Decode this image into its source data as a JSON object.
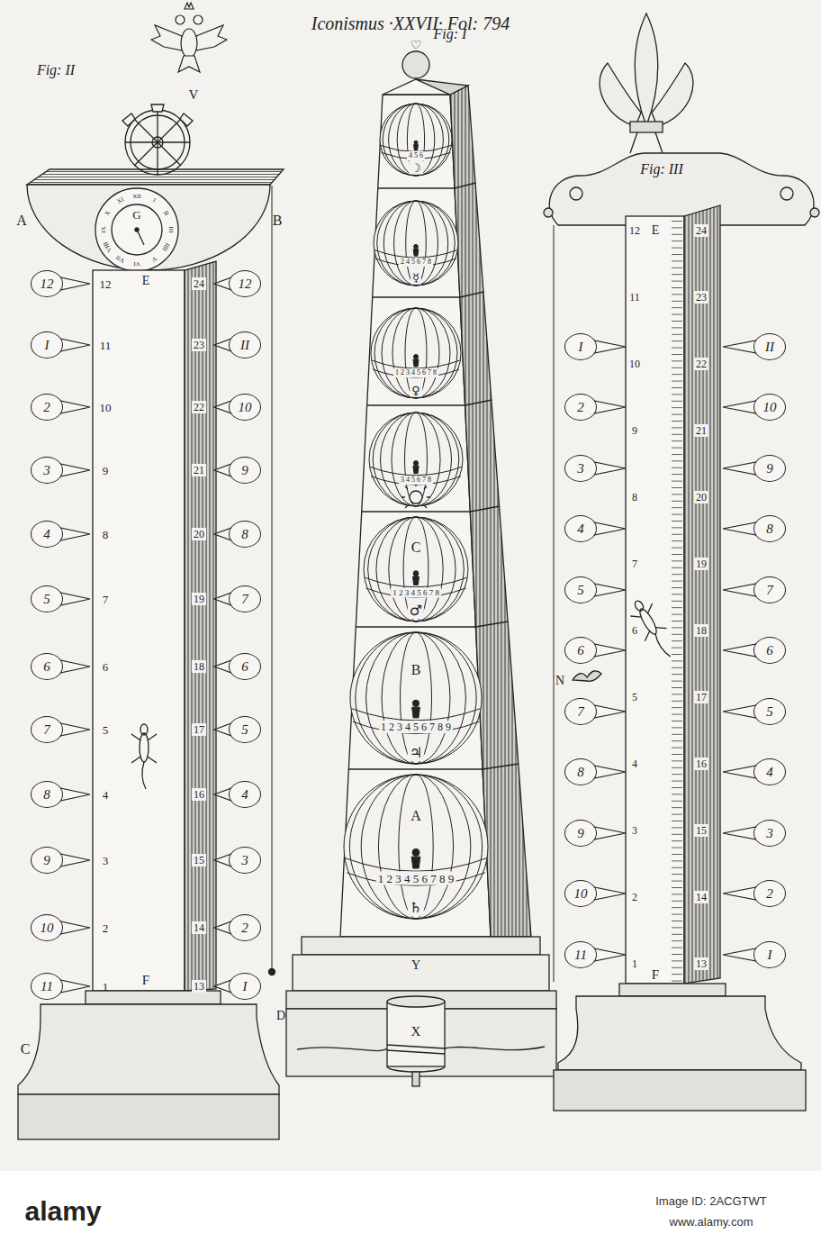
{
  "diagram": {
    "title": "Iconismus ·XXVII· Fol: 794",
    "nodes": [
      {
        "text": [
          "12"
        ]
      },
      {
        "text": [
          "I"
        ]
      },
      {
        "text": [
          "2"
        ]
      },
      {
        "text": [
          "3"
        ]
      },
      {
        "text": [
          "4"
        ]
      },
      {
        "text": [
          "5"
        ]
      },
      {
        "text": [
          "6"
        ]
      },
      {
        "text": [
          "7"
        ]
      },
      {
        "text": [
          "8"
        ]
      },
      {
        "text": [
          "9"
        ]
      },
      {
        "text": [
          "10"
        ]
      },
      {
        "text": [
          "11"
        ]
      },
      {
        "text": [
          "12"
        ]
      },
      {
        "text": [
          "II"
        ]
      },
      {
        "text": [
          "10"
        ]
      },
      {
        "text": [
          "9"
        ]
      },
      {
        "text": [
          "8"
        ]
      },
      {
        "text": [
          "7"
        ]
      },
      {
        "text": [
          "6"
        ]
      },
      {
        "text": [
          "5"
        ]
      },
      {
        "text": [
          "4"
        ]
      },
      {
        "text": [
          "3"
        ]
      },
      {
        "text": [
          "2"
        ]
      },
      {
        "text": [
          "I"
        ]
      },
      {
        "text": [
          "I"
        ]
      },
      {
        "text": [
          "2"
        ]
      },
      {
        "text": [
          "3"
        ]
      },
      {
        "text": [
          "4"
        ]
      },
      {
        "text": [
          "5"
        ]
      },
      {
        "text": [
          "6"
        ]
      },
      {
        "text": [
          "7"
        ]
      },
      {
        "text": [
          "8"
        ]
      },
      {
        "text": [
          "9"
        ]
      },
      {
        "text": [
          "10"
        ]
      },
      {
        "text": [
          "11"
        ]
      },
      {
        "text": [
          "II"
        ]
      },
      {
        "text": [
          "10"
        ]
      },
      {
        "text": [
          "9"
        ]
      },
      {
        "text": [
          "8"
        ]
      },
      {
        "text": [
          "7"
        ]
      },
      {
        "text": [
          "6"
        ]
      },
      {
        "text": [
          "5"
        ]
      },
      {
        "text": [
          "4"
        ]
      },
      {
        "text": [
          "3"
        ]
      },
      {
        "text": [
          "2"
        ]
      },
      {
        "text": [
          "I"
        ]
      }
    ],
    "labels": [
      "Fig: II",
      "V",
      "A",
      "B",
      "G",
      "XII",
      "I",
      "II",
      "III",
      "IIII",
      "V",
      "VI",
      "VII",
      "VIII",
      "IX",
      "X",
      "XI",
      "E",
      "12",
      "11",
      "10",
      "9",
      "8",
      "7",
      "6",
      "5",
      "4",
      "3",
      "2",
      "1",
      "24",
      "23",
      "22",
      "21",
      "20",
      "19",
      "18",
      "17",
      "16",
      "15",
      "14",
      "13",
      "F",
      "C",
      "D",
      "♡",
      "Fig: I",
      "4 5 6",
      "☽",
      "2 4 5 6 7 8",
      "☿",
      "1 2 3 4 5 6 7 8",
      "♀",
      "3 4 5 6 7 8",
      "C",
      "1 2 3 4 5 6 7 8",
      "♂",
      "B",
      "1 2 3 4 5 6 7 8 9",
      "♃",
      "A",
      "1 2 3 4 5 6 7 8 9",
      "♄",
      "Y",
      "X",
      "Fig: III",
      "E",
      "12",
      "11",
      "10",
      "9",
      "8",
      "7",
      "6",
      "5",
      "4",
      "3",
      "2",
      "1",
      "24",
      "23",
      "22",
      "21",
      "20",
      "19",
      "18",
      "17",
      "16",
      "15",
      "14",
      "13",
      "F",
      "N",
      "alamy",
      "Image ID: 2ACGTWT",
      "www.alamy.com"
    ]
  }
}
